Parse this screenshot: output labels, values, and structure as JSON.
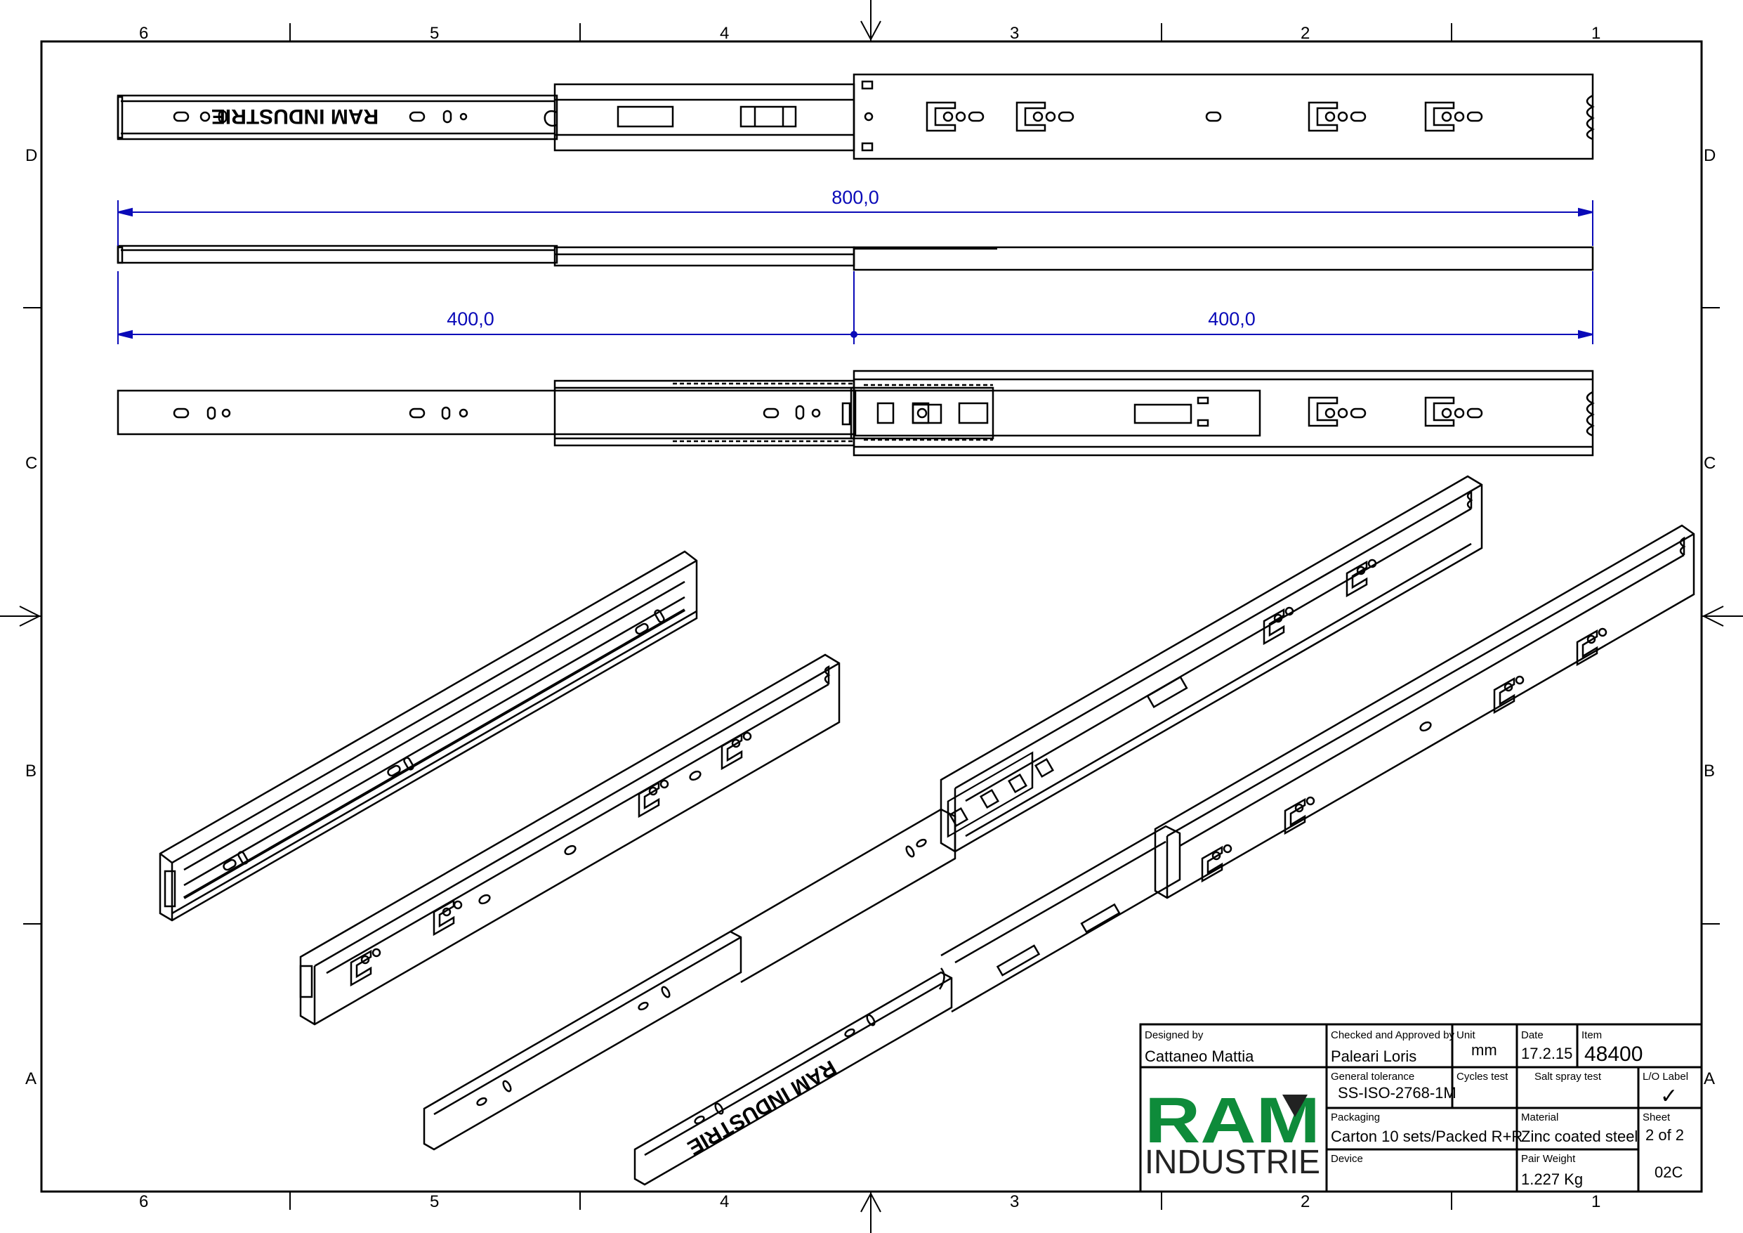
{
  "zones": {
    "columns": [
      "6",
      "5",
      "4",
      "3",
      "2",
      "1"
    ],
    "rows": [
      "D",
      "C",
      "B",
      "A"
    ]
  },
  "dimensions": {
    "total_length": "800,0",
    "closed_length": "400,0",
    "extension": "400,0"
  },
  "logo": {
    "text_ram": "RAM",
    "text_industrie": "INDUSTRIE",
    "colors": {
      "green": "#0e8b3a",
      "dark": "#222222"
    }
  },
  "slide_engraving": "RAM INDUSTRIE",
  "title_block": {
    "designed_by_label": "Designed by",
    "designed_by": "Cattaneo Mattia",
    "checked_label": "Checked and Approved by",
    "checked_by": "Paleari Loris",
    "unit_label": "Unit",
    "unit": "mm",
    "date_label": "Date",
    "date": "17.2.15",
    "item_label": "Item",
    "item": "48400",
    "tolerance_label": "General tolerance",
    "tolerance": "SS-ISO-2768-1M",
    "cycles_label": "Cycles test",
    "cycles": "",
    "salt_label": "Salt spray test",
    "salt": "",
    "lo_label": "L/O Label",
    "lo_value": "✓",
    "packaging_label": "Packaging",
    "packaging": "Carton 10 sets/Packed R+R",
    "material_label": "Material",
    "material": "Zinc coated steel",
    "sheet_label": "Sheet",
    "sheet": "2 of 2",
    "device_label": "Device",
    "device": "",
    "weight_label": "Pair Weight",
    "weight": "1.227 Kg",
    "revision": "02C"
  },
  "colors": {
    "line": "#000000",
    "dimension": "#0a0ab8"
  }
}
